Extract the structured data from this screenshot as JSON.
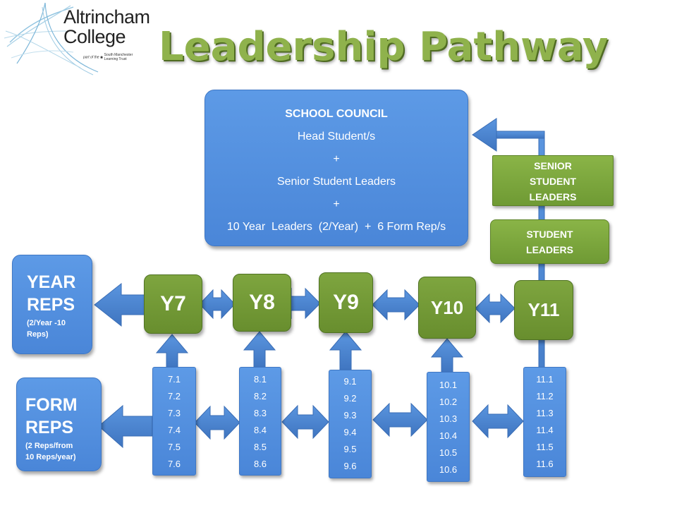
{
  "logo": {
    "line1": "Altrincham",
    "line2": "College",
    "tag_prefix": "part of the",
    "tag_name": "South Manchester Learning Trust"
  },
  "title": "Leadership Pathway",
  "council": {
    "heading": "SCHOOL COUNCIL",
    "line1": "Head Student/s",
    "plus1": "+",
    "line2": "Senior Student Leaders",
    "plus2": "+",
    "line3": "10 Year  Leaders  (2/Year)  +  6 Form Rep/s"
  },
  "senior_leaders": [
    "SENIOR",
    "STUDENT",
    "LEADERS"
  ],
  "student_leaders": [
    "STUDENT",
    "LEADERS"
  ],
  "year_reps": {
    "title_1": "YEAR",
    "title_2": "REPS",
    "note_1": "(2/Year -10",
    "note_2": "Reps)"
  },
  "form_reps": {
    "title_1": "FORM",
    "title_2": "REPS",
    "note_1": "(2 Reps/from",
    "note_2": "10 Reps/year)"
  },
  "years": [
    "Y7",
    "Y8",
    "Y9",
    "Y10",
    "Y11"
  ],
  "forms": {
    "y7": [
      "7.1",
      "7.2",
      "7.3",
      "7.4",
      "7.5",
      "7.6"
    ],
    "y8": [
      "8.1",
      "8.2",
      "8.3",
      "8.4",
      "8.5",
      "8.6"
    ],
    "y9": [
      "9.1",
      "9.2",
      "9.3",
      "9.4",
      "9.5",
      "9.6"
    ],
    "y10": [
      "10.1",
      "10.2",
      "10.3",
      "10.4",
      "10.5",
      "10.6"
    ],
    "y11": [
      "11.1",
      "11.2",
      "11.3",
      "11.4",
      "11.5",
      "11.6"
    ]
  },
  "colors": {
    "blue": "#4a86d8",
    "green": "#6f9a34",
    "title_green": "#8fb24c"
  }
}
